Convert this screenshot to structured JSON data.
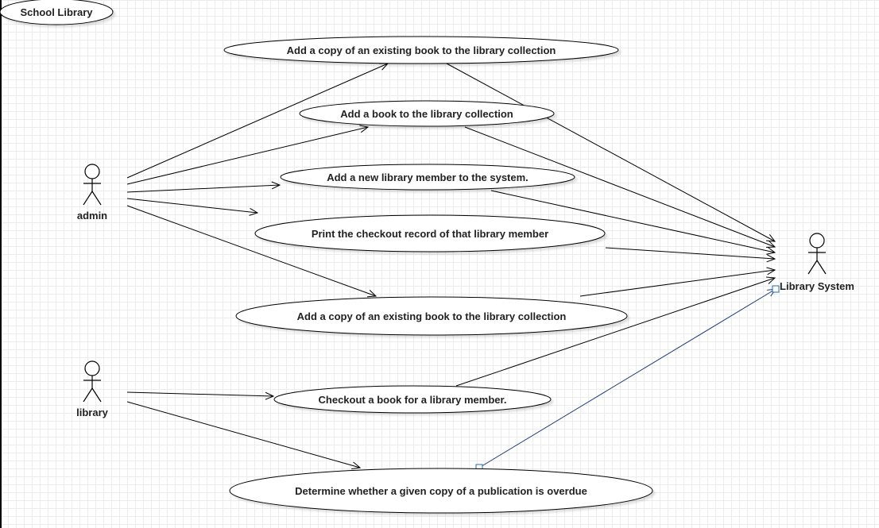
{
  "diagram": {
    "title": "School Library",
    "actors": [
      {
        "id": "admin",
        "label": "admin"
      },
      {
        "id": "library",
        "label": "library"
      },
      {
        "id": "system",
        "label": "Library System"
      }
    ],
    "use_cases": [
      {
        "id": "uc1",
        "label": "Add a copy of an existing book to the library collection"
      },
      {
        "id": "uc2",
        "label": "Add a book to the library collection"
      },
      {
        "id": "uc3",
        "label": "Add a new library member to the system."
      },
      {
        "id": "uc4",
        "label": "Print the checkout record of that library member"
      },
      {
        "id": "uc5",
        "label": "Add a copy of an existing book to the library collection"
      },
      {
        "id": "uc6",
        "label": "Checkout a book for a library member."
      },
      {
        "id": "uc7",
        "label": "Determine whether a given copy of a publication is overdue"
      }
    ],
    "associations": [
      {
        "from": "admin",
        "to": "uc1"
      },
      {
        "from": "admin",
        "to": "uc2"
      },
      {
        "from": "admin",
        "to": "uc3"
      },
      {
        "from": "admin",
        "to": "uc4"
      },
      {
        "from": "admin",
        "to": "uc5"
      },
      {
        "from": "library",
        "to": "uc6"
      },
      {
        "from": "library",
        "to": "uc7"
      },
      {
        "from": "uc1",
        "to": "system"
      },
      {
        "from": "uc2",
        "to": "system"
      },
      {
        "from": "uc3",
        "to": "system"
      },
      {
        "from": "uc4",
        "to": "system"
      },
      {
        "from": "uc5",
        "to": "system"
      },
      {
        "from": "uc6",
        "to": "system"
      },
      {
        "from": "uc7",
        "to": "system",
        "selected": true
      }
    ]
  }
}
